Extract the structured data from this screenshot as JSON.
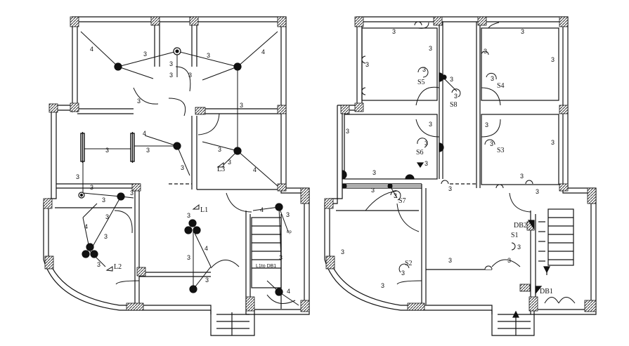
{
  "left_plan": {
    "circuit_labels": [
      "4",
      "3",
      "3",
      "4",
      "3",
      "3",
      "3",
      "3",
      "3",
      "3",
      "3",
      "3",
      "3",
      "4",
      "3",
      "3",
      "4",
      "3",
      "3",
      "3",
      "3",
      "4",
      "3",
      "3",
      "3",
      "4",
      "4",
      "3",
      "3"
    ],
    "switch_labels": {
      "l1": "L1",
      "l2": "L2",
      "l3": "L3"
    },
    "db_label": "L1to DB1",
    "up_label": "up"
  },
  "right_plan": {
    "circuit_labels": [
      "3",
      "3",
      "3",
      "3",
      "3",
      "3",
      "3",
      "3",
      "3",
      "3",
      "3",
      "3",
      "3",
      "3",
      "3",
      "3",
      "3",
      "3",
      "3",
      "3",
      "3",
      "3",
      "3",
      "3",
      "3",
      "3",
      "3",
      "3",
      "3"
    ],
    "switch_labels": {
      "s1": "S1",
      "s2": "S2",
      "s3": "S3",
      "s4": "S4",
      "s5": "S5",
      "s6": "S6",
      "s7": "S7",
      "s8": "S8"
    },
    "db_labels": {
      "db1": "DB1",
      "db2": "DB2"
    }
  },
  "colors": {
    "line": "#111111",
    "background": "#ffffff",
    "hatch": "#444444"
  }
}
